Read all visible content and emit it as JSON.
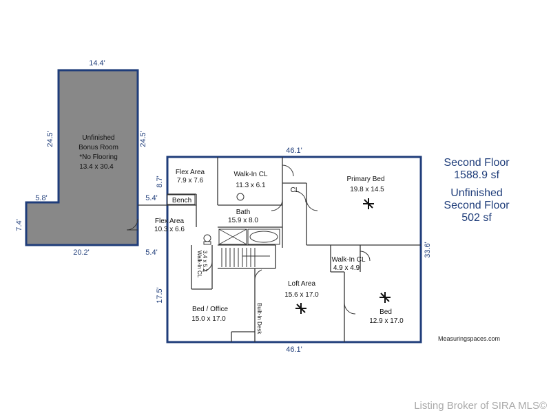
{
  "plan": {
    "rooms": [
      {
        "key": "bonus",
        "name": "Unfinished Bonus Room",
        "name_line1": "Unfinished",
        "name_line2": "Bonus Room",
        "note": "*No Flooring",
        "size": "13.4 x 30.4"
      },
      {
        "key": "flex_top",
        "name": "Flex Area",
        "size": "7.9 x 7.6"
      },
      {
        "key": "walkin_cl",
        "name": "Walk-In CL",
        "size": "11.3 x 6.1"
      },
      {
        "key": "primary_bed",
        "name": "Primary Bed",
        "size": "19.8 x 14.5"
      },
      {
        "key": "bath",
        "name": "Bath",
        "size": "15.9 x 8.0"
      },
      {
        "key": "flex_mid",
        "name": "Flex Area",
        "size": "10.3 x 6.6"
      },
      {
        "key": "walkin_cl_small",
        "name": "Walk-In CL",
        "size": "4.9 x 4.9"
      },
      {
        "key": "loft",
        "name": "Loft Area",
        "size": "15.6 x 17.0"
      },
      {
        "key": "bed",
        "name": "Bed",
        "size": "12.9 x 17.0"
      },
      {
        "key": "bed_office",
        "name": "Bed / Office",
        "size": "15.0 x 17.0"
      },
      {
        "key": "walkin_cl_side",
        "name": "Walk-In CL",
        "size": "3.4 x 5.2"
      }
    ],
    "fixtures": {
      "bench": "Bench",
      "cl": "CL",
      "built_in_desk": "Built-In Desk"
    },
    "dimensions": {
      "bonus_top": "14.4'",
      "bonus_left": "24.5'",
      "bonus_right": "24.5'",
      "bonus_step": "5.8'",
      "bonus_side": "7.4'",
      "bonus_bottom": "20.2'",
      "step_upper": "5.4'",
      "step_lower": "5.4'",
      "flex_left": "8.7'",
      "main_top": "46.1'",
      "main_bottom": "46.1'",
      "main_right": "33.6'",
      "lower_left": "17.5'"
    }
  },
  "summary": {
    "floor_label": "Second Floor",
    "floor_area": "1588.9 sf",
    "unfinished_label_1": "Unfinished",
    "unfinished_label_2": "Second Floor",
    "unfinished_area": "502 sf"
  },
  "credit": "Measuringspaces.com",
  "watermark": "Listing Broker of SIRA MLS©",
  "colors": {
    "wall": "#1f3d7a",
    "unfinished_fill": "#888888",
    "dimension_text": "#1f3d7a"
  }
}
